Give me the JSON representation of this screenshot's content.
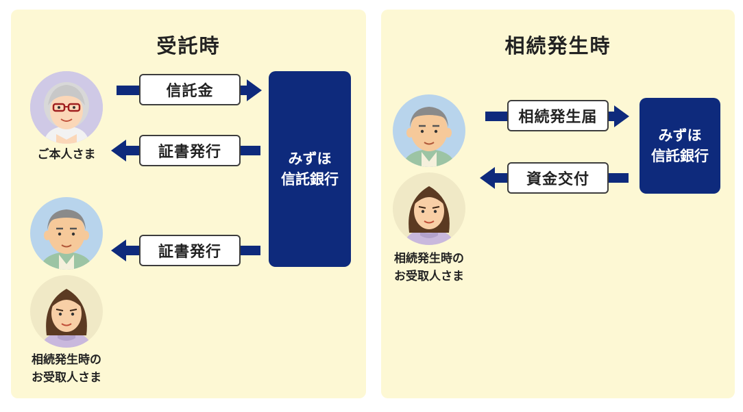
{
  "left_panel": {
    "title": "受託時",
    "self_label": "ご本人さま",
    "recipient_label_line1": "相続発生時の",
    "recipient_label_line2": "お受取人さま",
    "arrow_trust_money": "信託金",
    "arrow_certificate_1": "証書発行",
    "arrow_certificate_2": "証書発行",
    "bank_line1": "みずほ",
    "bank_line2": "信託銀行"
  },
  "right_panel": {
    "title": "相続発生時",
    "recipient_label_line1": "相続発生時の",
    "recipient_label_line2": "お受取人さま",
    "arrow_notice": "相続発生届",
    "arrow_payment": "資金交付",
    "bank_line1": "みずほ",
    "bank_line2": "信託銀行"
  },
  "colors": {
    "panel_bg": "#fdf8d4",
    "bank_bg": "#0e2a7c",
    "arrow": "#0e2a7c"
  },
  "icons": [
    "elderly-woman-avatar",
    "elderly-man-avatar",
    "young-woman-avatar",
    "arrow-right-icon",
    "arrow-left-icon"
  ]
}
